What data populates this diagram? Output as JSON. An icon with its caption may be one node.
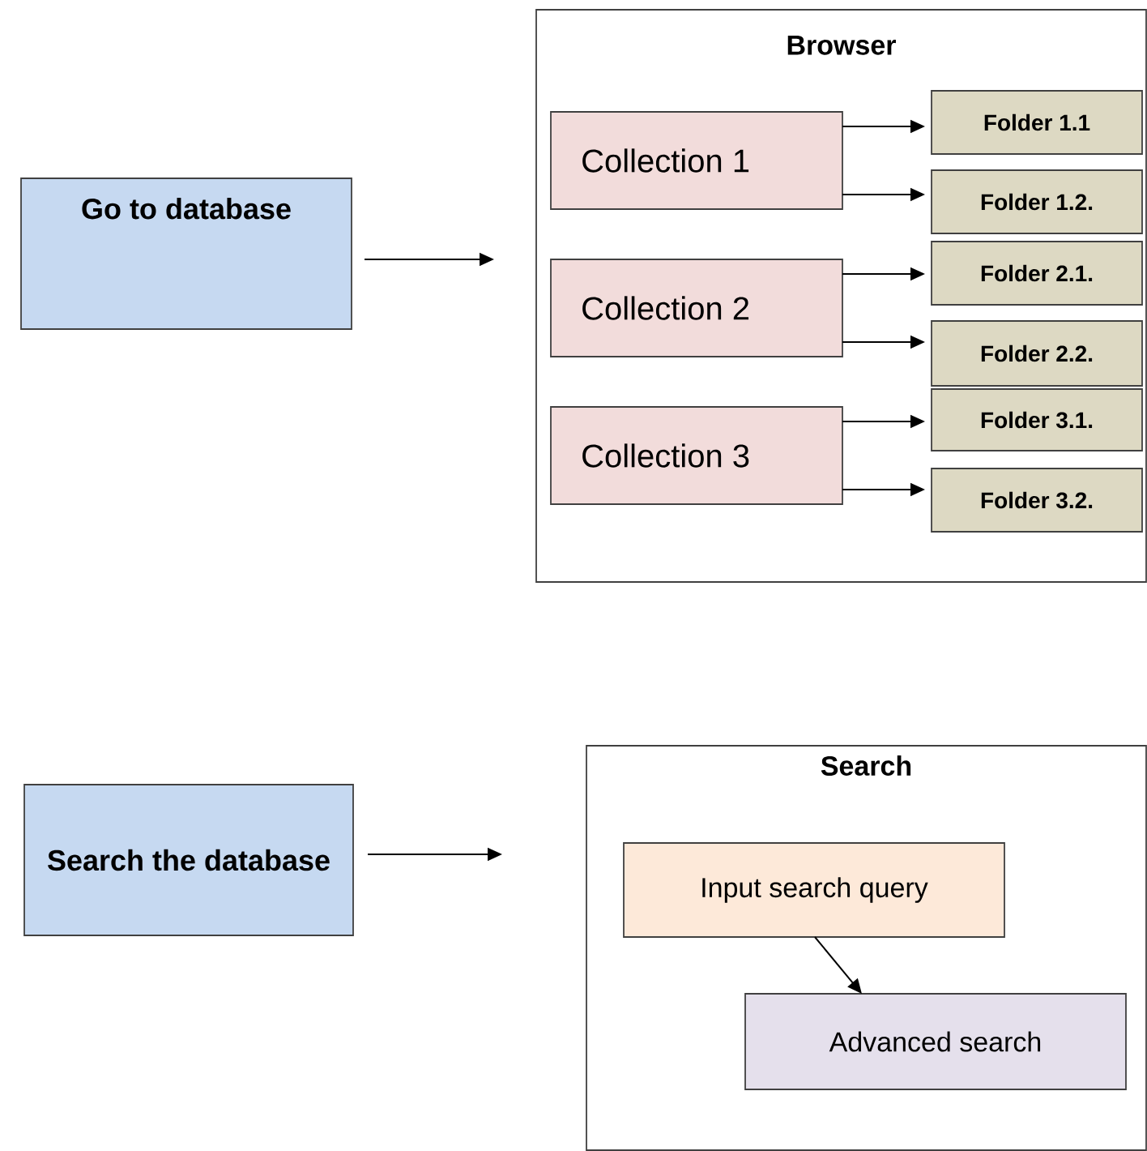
{
  "diagram": {
    "nodes": [
      {
        "text": [
          "Go to database"
        ]
      },
      {
        "text": [
          "Browser"
        ]
      },
      {
        "text": [
          "Collection 1"
        ],
        "in": 1
      },
      {
        "text": [
          "Folder 1.1"
        ],
        "in": 1
      },
      {
        "text": [
          "Folder 1.2."
        ],
        "in": 1
      },
      {
        "text": [
          "Collection 2"
        ],
        "in": 1
      },
      {
        "text": [
          "Folder 2.1."
        ],
        "in": 1
      },
      {
        "text": [
          "Folder 2.2."
        ],
        "in": 1
      },
      {
        "text": [
          "Collection 3"
        ],
        "in": 1
      },
      {
        "text": [
          "Folder 3.1."
        ],
        "in": 1
      },
      {
        "text": [
          "Folder 3.2."
        ],
        "in": 1
      },
      {
        "text": [
          "Search the database"
        ]
      },
      {
        "text": [
          "Search"
        ]
      },
      {
        "text": [
          "Input search query"
        ],
        "in": 12
      },
      {
        "text": [
          "Advanced search"
        ],
        "in": 12
      }
    ],
    "edges": [
      {
        "from": 0,
        "to": 1,
        "arrow": "to"
      },
      {
        "from": 2,
        "to": 3,
        "arrow": "to"
      },
      {
        "from": 2,
        "to": 4,
        "arrow": "to"
      },
      {
        "from": 5,
        "to": 6,
        "arrow": "to"
      },
      {
        "from": 5,
        "to": 7,
        "arrow": "to"
      },
      {
        "from": 8,
        "to": 9,
        "arrow": "to"
      },
      {
        "from": 8,
        "to": 10,
        "arrow": "to"
      },
      {
        "from": 11,
        "to": 12,
        "arrow": "to"
      },
      {
        "from": 13,
        "to": 14,
        "arrow": "to"
      }
    ]
  }
}
